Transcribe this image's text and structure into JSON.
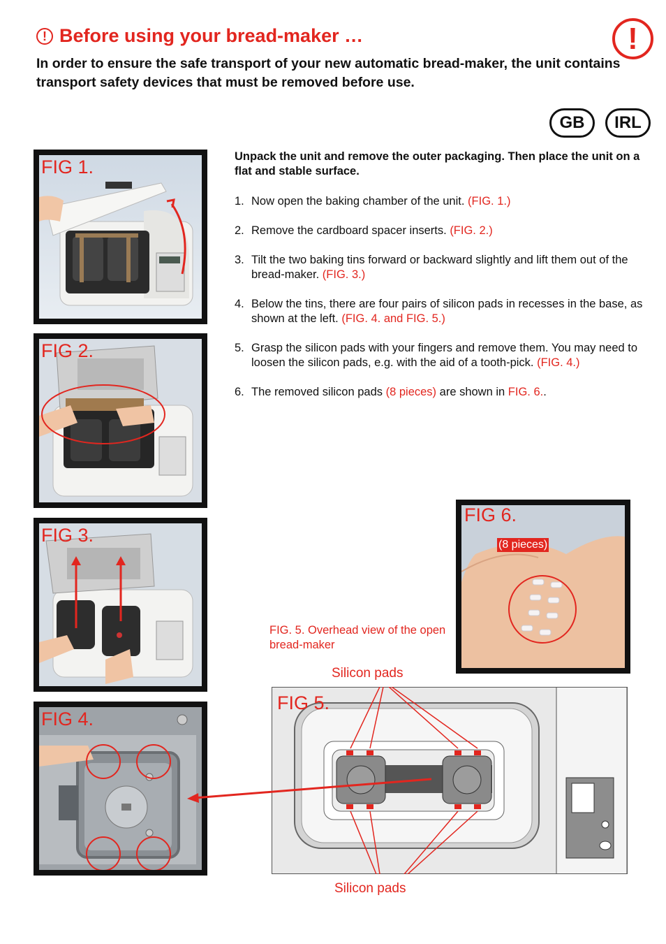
{
  "header": {
    "title": "Before using your bread-maker …",
    "title_icon": "!",
    "intro": "In order to ensure the safe transport of your new automatic bread-maker, the unit contains transport safety devices that must be removed before use.",
    "warning_icon": "!"
  },
  "countries": [
    "GB",
    "IRL"
  ],
  "figures": {
    "fig1": "FIG 1.",
    "fig2": "FIG 2.",
    "fig3": "FIG 3.",
    "fig4": "FIG 4.",
    "fig5": "FIG 5.",
    "fig6": "FIG 6.",
    "fig6_badge": "(8 pieces)"
  },
  "instructions": {
    "intro": "Unpack the unit and remove the outer packaging. Then place the unit on a flat and stable surface.",
    "steps": [
      {
        "num": "1.",
        "text": "Now open the baking chamber of the unit. ",
        "ref": "(FIG. 1.)"
      },
      {
        "num": "2.",
        "text": "Remove the cardboard spacer inserts. ",
        "ref": "(FIG. 2.)"
      },
      {
        "num": "3.",
        "text": "Tilt the two baking tins forward or backward slightly and lift them out of the bread-maker. ",
        "ref": "(FIG. 3.)"
      },
      {
        "num": "4.",
        "text": "Below the tins, there are four pairs of silicon pads in recesses in the base, as shown at the left. ",
        "ref": "(FIG. 4. and FIG. 5.)"
      },
      {
        "num": "5.",
        "text": "Grasp the silicon pads with your fingers and remove them. You may need to loosen the silicon pads, e.g. with the aid of a tooth-pick. ",
        "ref": "(FIG. 4.)"
      }
    ],
    "step6": {
      "num": "6.",
      "a": "The removed silicon pads ",
      "b": "(8 pieces)",
      "c": " are shown in ",
      "d": "FIG. 6.",
      "e": "."
    }
  },
  "fig5": {
    "caption": "FIG. 5.  Overhead view of the open bread-maker",
    "label_top": "Silicon pads",
    "label_bottom": "Silicon pads"
  },
  "colors": {
    "accent": "#e2261f",
    "frame": "#111111"
  }
}
